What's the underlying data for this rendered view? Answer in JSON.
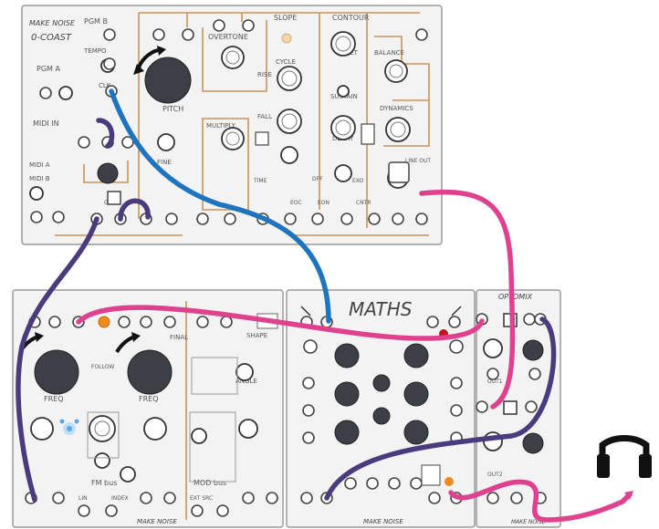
{
  "colors": {
    "cable_blue": "#1f75bd",
    "cable_pink": "#e0418f",
    "cable_purple": "#4a3b7d",
    "panel_trace": "#c8955a",
    "led_orange": "#f08a1d",
    "led_red": "#c0161e",
    "led_blue": "#56a9ef"
  },
  "modules": {
    "oscillator_top": {
      "brand": "MAKE NOISE",
      "model": "0-COAST",
      "labels": {
        "pgm_a": "PGM A",
        "pgm_b": "PGM B",
        "midi_in": "MIDI IN",
        "midi_a": "MIDI A",
        "midi_b": "MIDI B",
        "pitch": "PITCH",
        "fine": "FINE",
        "clk": "CLK",
        "tempo": "TEMPO",
        "overtone": "OVERTONE",
        "multiply": "MULTIPLY",
        "slope": "SLOPE",
        "cycle": "CYCLE",
        "rise": "RISE",
        "fall": "FALL",
        "contour": "CONTOUR",
        "onset": "ONSET",
        "sustain": "SUSTAIN",
        "decay": "DECAY",
        "balance": "BALANCE",
        "dynamics": "DYNAMICS",
        "time": "TIME",
        "gate": "GATE",
        "eoc": "EOC",
        "eon": "EON",
        "cntr": "CNTR",
        "dff": "DFF",
        "exo": "EXO",
        "line_out": "LINE OUT"
      }
    },
    "oscillator_bottom": {
      "labels": {
        "freq_a": "FREQ",
        "freq_b": "FREQ",
        "shape": "SHAPE",
        "angle": "ANGLE",
        "fm_bus": "FM bus",
        "mod_bus": "MOD bus",
        "lin": "LIN",
        "index": "INDEX",
        "ext_src": "EXT SRC",
        "final": "FINAL",
        "follow": "FOLLOW"
      },
      "brand": "MAKE NOISE"
    },
    "maths": {
      "title": "MATHS",
      "brand": "MAKE NOISE"
    },
    "optomix": {
      "title": "OPTOMIX",
      "out1": "OUT1",
      "out2": "OUT2",
      "brand": "MAKE NOISE"
    }
  },
  "headphones": {
    "icon": "headphones-icon"
  }
}
